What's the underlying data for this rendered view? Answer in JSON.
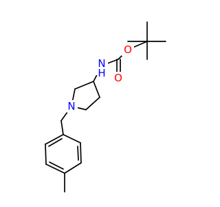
{
  "atoms": {
    "amine_n": {
      "text": "N",
      "sub": "H",
      "color": "#0000ff"
    },
    "carbonyl_o": {
      "text": "O",
      "color": "#ff0000"
    },
    "ester_o": {
      "text": "O",
      "color": "#ff0000"
    },
    "ring_n": {
      "text": "N",
      "color": "#0000ff"
    }
  },
  "colors": {
    "bond": "#000000",
    "background": "#ffffff"
  }
}
